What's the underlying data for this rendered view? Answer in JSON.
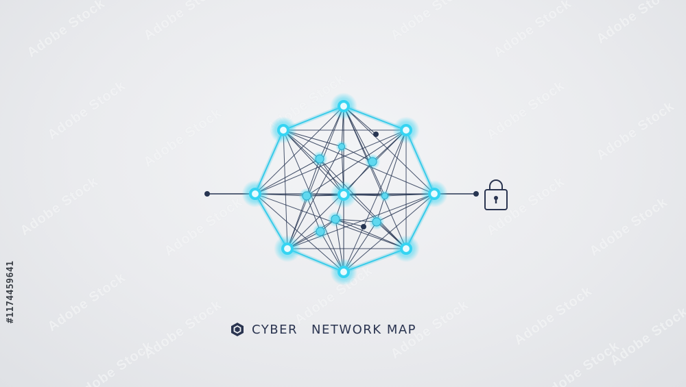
{
  "caption": {
    "word1": "CYBER",
    "word2": "NETWORK MAP",
    "icon": "hexagon-icon"
  },
  "stock_id": "#1174459641",
  "watermark_text": "Adobe Stock",
  "colors": {
    "node_glow": "#35d4f2",
    "node_core": "#e9fbff",
    "edge": "#273552",
    "outline": "#2fc9e8",
    "caption_text": "#2a3450"
  },
  "icons": [
    "lock-icon",
    "hexagon-icon"
  ]
}
